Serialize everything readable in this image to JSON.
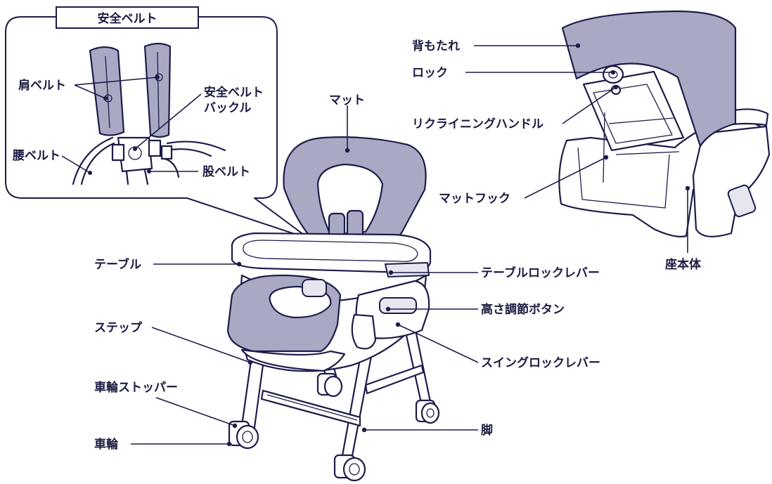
{
  "inset": {
    "title": "安全ベルト"
  },
  "labels": {
    "shoulder_belt": "肩ベルト",
    "buckle_1": "安全ベルト",
    "buckle_2": "バックル",
    "waist_belt": "腰ベルト",
    "crotch_belt": "股ベルト",
    "mat": "マット",
    "table": "テーブル",
    "table_lock": "テーブルロックレバー",
    "height_button": "高さ調節ボタン",
    "step": "ステップ",
    "swing_lock": "スイングロックレバー",
    "wheel_stopper": "車輪ストッパー",
    "leg": "脚",
    "wheel": "車輪",
    "backrest": "背もたれ",
    "lock": "ロック",
    "recline_handle": "リクライニングハンドル",
    "mat_hook": "マットフック",
    "seat_body": "座本体"
  },
  "colors": {
    "pad": "#a9a9c4",
    "outline": "#1c1c4a",
    "text": "#1a1a40"
  }
}
